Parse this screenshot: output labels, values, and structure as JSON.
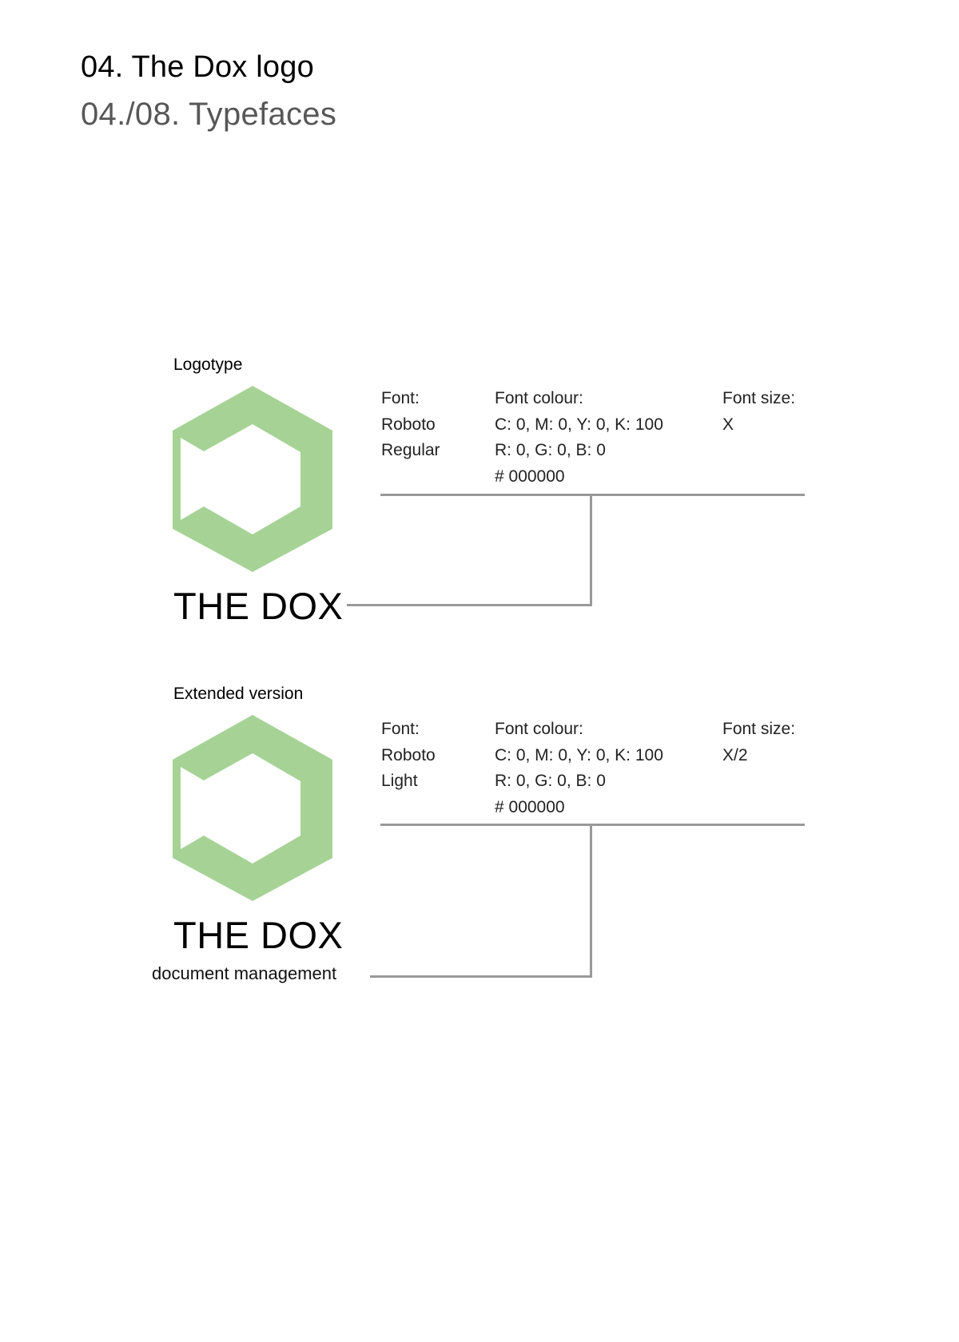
{
  "header": {
    "title": "04. The Dox logo",
    "subtitle": "04./08. Typefaces"
  },
  "colors": {
    "logo_green": "#A6D395",
    "connector_gray": "#999999",
    "text": "#000000"
  },
  "sections": [
    {
      "label": "Logotype",
      "logo_icon": "hexagon-logo-icon",
      "wordmark": "THE DOX",
      "spec": {
        "font_heading": "Font:",
        "font_name": "Roboto",
        "font_weight": "Regular",
        "colour_heading": "Font colour:",
        "colour_cmyk": "C: 0, M: 0, Y: 0, K: 100",
        "colour_rgb": "R: 0, G: 0, B: 0",
        "colour_hex": "# 000000",
        "size_heading": "Font size:",
        "size_value": "X"
      }
    },
    {
      "label": "Extended version",
      "logo_icon": "hexagon-logo-icon",
      "wordmark": "THE DOX",
      "tagline": "document management",
      "spec": {
        "font_heading": "Font:",
        "font_name": "Roboto",
        "font_weight": "Light",
        "colour_heading": "Font colour:",
        "colour_cmyk": "C: 0, M: 0, Y: 0, K: 100",
        "colour_rgb": "R: 0, G: 0, B: 0",
        "colour_hex": "# 000000",
        "size_heading": "Font size:",
        "size_value": "X/2"
      }
    }
  ]
}
